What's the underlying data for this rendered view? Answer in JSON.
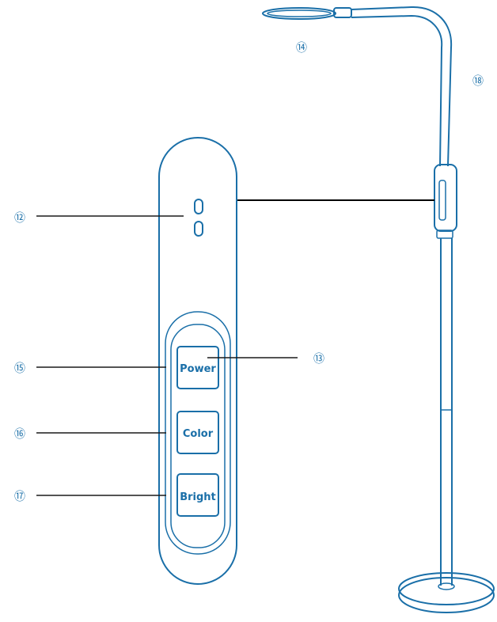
{
  "colors": {
    "outline": "#1a6fa8",
    "leader": "#1a1a1a",
    "background": "#ffffff"
  },
  "callouts": {
    "c12": "⑫",
    "c13": "⑬",
    "c14": "⑭",
    "c15": "⑮",
    "c16": "⑯",
    "c17": "⑰",
    "c18": "⑱"
  },
  "buttons": {
    "power": "Power",
    "color": "Color",
    "bright": "Bright"
  }
}
